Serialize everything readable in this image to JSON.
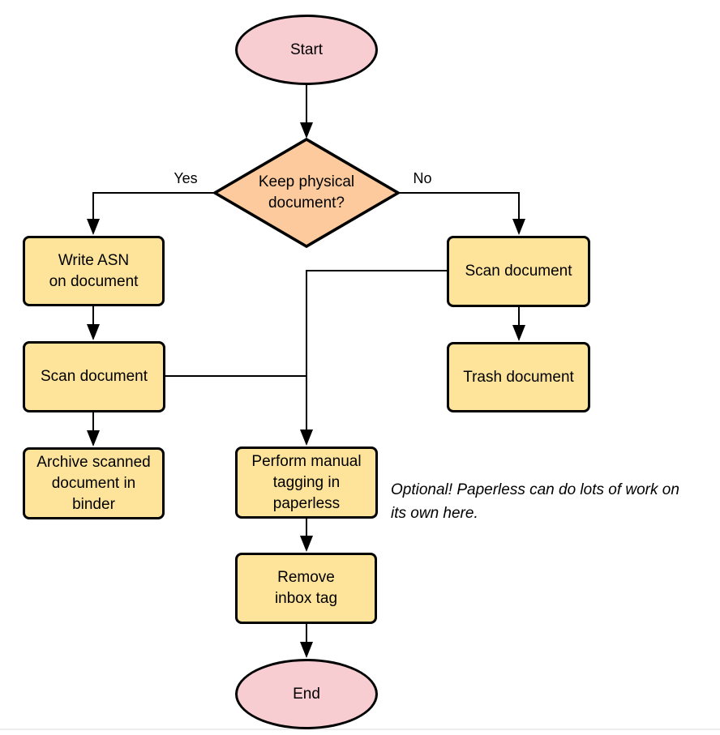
{
  "diagram": {
    "type": "flowchart",
    "nodes": {
      "start": {
        "label": "Start",
        "shape": "ellipse"
      },
      "decision_keep_physical": {
        "label": "Keep physical\ndocument?",
        "shape": "diamond"
      },
      "write_asn": {
        "label": "Write ASN\non document",
        "shape": "rounded-rect"
      },
      "scan_document_left": {
        "label": "Scan document",
        "shape": "rounded-rect"
      },
      "archive_binder": {
        "label": "Archive scanned\ndocument in\nbinder",
        "shape": "rounded-rect"
      },
      "scan_document_right": {
        "label": "Scan document",
        "shape": "rounded-rect"
      },
      "trash_document": {
        "label": "Trash document",
        "shape": "rounded-rect"
      },
      "manual_tagging": {
        "label": "Perform manual\ntagging in\npaperless",
        "shape": "rounded-rect"
      },
      "remove_inbox_tag": {
        "label": "Remove\ninbox tag",
        "shape": "rounded-rect"
      },
      "end": {
        "label": "End",
        "shape": "ellipse"
      }
    },
    "edge_labels": {
      "yes": "Yes",
      "no": "No"
    },
    "edges": [
      {
        "from": "start",
        "to": "decision_keep_physical"
      },
      {
        "from": "decision_keep_physical",
        "to": "write_asn",
        "label": "Yes"
      },
      {
        "from": "decision_keep_physical",
        "to": "scan_document_right",
        "label": "No"
      },
      {
        "from": "write_asn",
        "to": "scan_document_left"
      },
      {
        "from": "scan_document_left",
        "to": "archive_binder"
      },
      {
        "from": "scan_document_left",
        "to": "manual_tagging"
      },
      {
        "from": "scan_document_right",
        "to": "trash_document"
      },
      {
        "from": "scan_document_right",
        "to": "manual_tagging"
      },
      {
        "from": "manual_tagging",
        "to": "remove_inbox_tag"
      },
      {
        "from": "remove_inbox_tag",
        "to": "end"
      }
    ],
    "annotation": "Optional! Paperless can do lots of work on\nits own here.",
    "colors": {
      "terminal_fill": "#f8cdd2",
      "decision_fill": "#fcca9d",
      "process_fill": "#fee49b",
      "stroke": "#000000",
      "background": "#ffffff"
    }
  }
}
